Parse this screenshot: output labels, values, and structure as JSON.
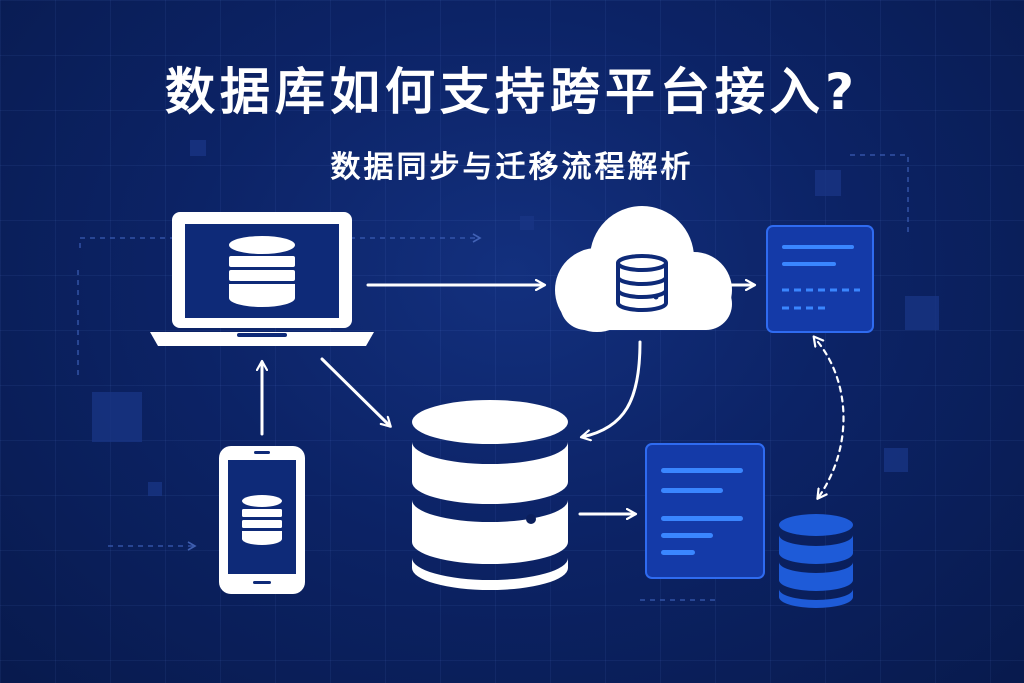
{
  "title": "数据库如何支持跨平台接入?",
  "subtitle": "数据同步与迁移流程解析",
  "colors": {
    "background": "#0b1f5c",
    "foreground": "#ffffff",
    "accent": "#1e5bd8",
    "panel": "#143aa8",
    "panel_border": "#2f6bf0"
  },
  "nodes": [
    {
      "id": "laptop",
      "icon": "laptop-database-icon"
    },
    {
      "id": "mobile",
      "icon": "mobile-database-icon"
    },
    {
      "id": "cloud",
      "icon": "cloud-database-icon"
    },
    {
      "id": "central-db",
      "icon": "database-icon"
    },
    {
      "id": "doc-top",
      "icon": "document-icon"
    },
    {
      "id": "doc-bottom",
      "icon": "document-icon"
    },
    {
      "id": "blue-db",
      "icon": "database-icon"
    }
  ],
  "edges": [
    {
      "from": "laptop",
      "to": "cloud",
      "style": "solid"
    },
    {
      "from": "cloud",
      "to": "doc-top",
      "style": "solid"
    },
    {
      "from": "mobile",
      "to": "laptop",
      "style": "solid"
    },
    {
      "from": "laptop",
      "to": "central-db",
      "style": "solid"
    },
    {
      "from": "cloud",
      "to": "central-db",
      "style": "solid"
    },
    {
      "from": "central-db",
      "to": "doc-bottom",
      "style": "solid"
    },
    {
      "from": "doc-top",
      "to": "blue-db",
      "style": "dashed-bidirectional"
    }
  ]
}
